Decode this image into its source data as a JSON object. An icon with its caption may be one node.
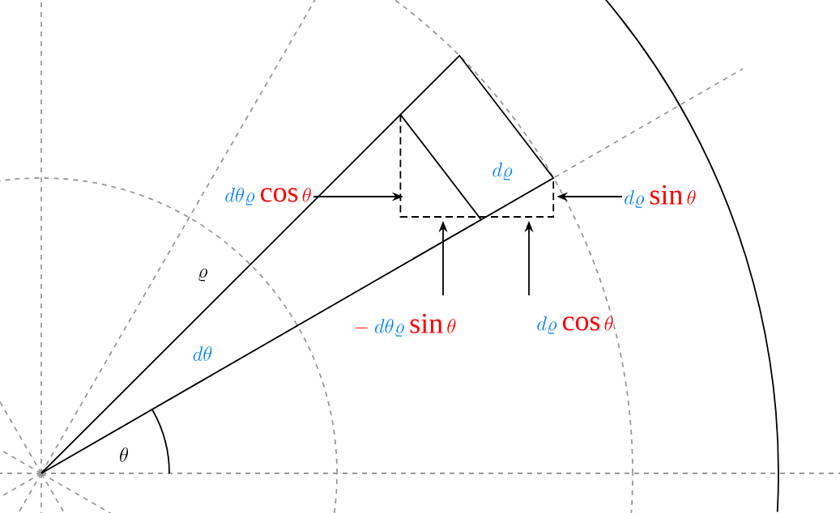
{
  "diagram": {
    "nodes": [
      {
        "text": [
          "d\\theta\\varrho",
          "\\cos\\theta"
        ]
      },
      {
        "text": [
          "d\\varrho",
          "\\sin\\theta"
        ]
      },
      {
        "text": [
          "-",
          "d\\theta\\varrho",
          "\\sin\\theta"
        ]
      },
      {
        "text": [
          "d\\varrho",
          "\\cos\\theta"
        ]
      }
    ],
    "edges": [
      {
        "from": 0,
        "to": null,
        "arrow": "to"
      },
      {
        "from": 1,
        "to": null,
        "arrow": "to"
      },
      {
        "from": 2,
        "to": null,
        "arrow": "to"
      },
      {
        "from": 3,
        "to": null,
        "arrow": "to"
      }
    ],
    "labels": [
      "d\\varrho",
      "\\varrho",
      "d\\theta",
      "\\theta"
    ]
  }
}
